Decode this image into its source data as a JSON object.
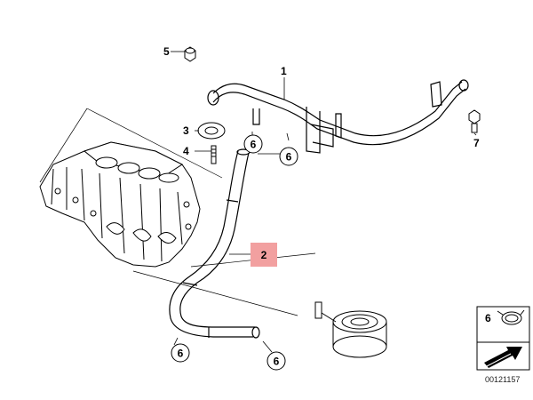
{
  "callouts": {
    "part_1": "1",
    "part_2": "2",
    "part_3": "3",
    "part_4": "4",
    "part_5": "5",
    "part_6_a": "6",
    "part_6_b": "6",
    "part_6_c": "6",
    "part_6_d": "6",
    "part_7": "7"
  },
  "legend_box": {
    "item_number": "6"
  },
  "document_id": "00121157",
  "colors": {
    "highlight_fill": "#f2a0a0",
    "line": "#000000",
    "background": "#ffffff"
  },
  "icons": {
    "legend_clamp": "hose-clamp-icon",
    "legend_arrow": "diagonal-arrow-icon"
  }
}
